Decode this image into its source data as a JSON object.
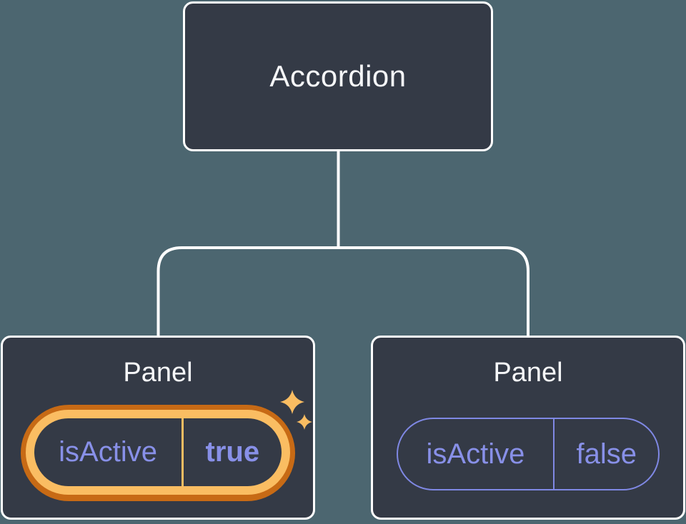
{
  "diagram": {
    "type": "component-tree",
    "background_color": "#4C6670",
    "connector_color": "#FFFFFF",
    "node_fill_color": "#343A46",
    "node_border_color": "#FFFFFF",
    "title_color": "#F6F7F9",
    "prop_text_color": "#8890E8",
    "root": {
      "label": "Accordion"
    },
    "panels": [
      {
        "label": "Panel",
        "prop_name": "isActive",
        "prop_value": "true",
        "active": true,
        "highlight": {
          "ring_outer_color": "#C76A15",
          "ring_inner_color": "#FABD62",
          "divider_color": "#FABD62",
          "sparkle_color": "#FABD62"
        }
      },
      {
        "label": "Panel",
        "prop_name": "isActive",
        "prop_value": "false",
        "active": false,
        "pill_border_color": "#7F88E4",
        "divider_color": "#7F88E4"
      }
    ]
  }
}
